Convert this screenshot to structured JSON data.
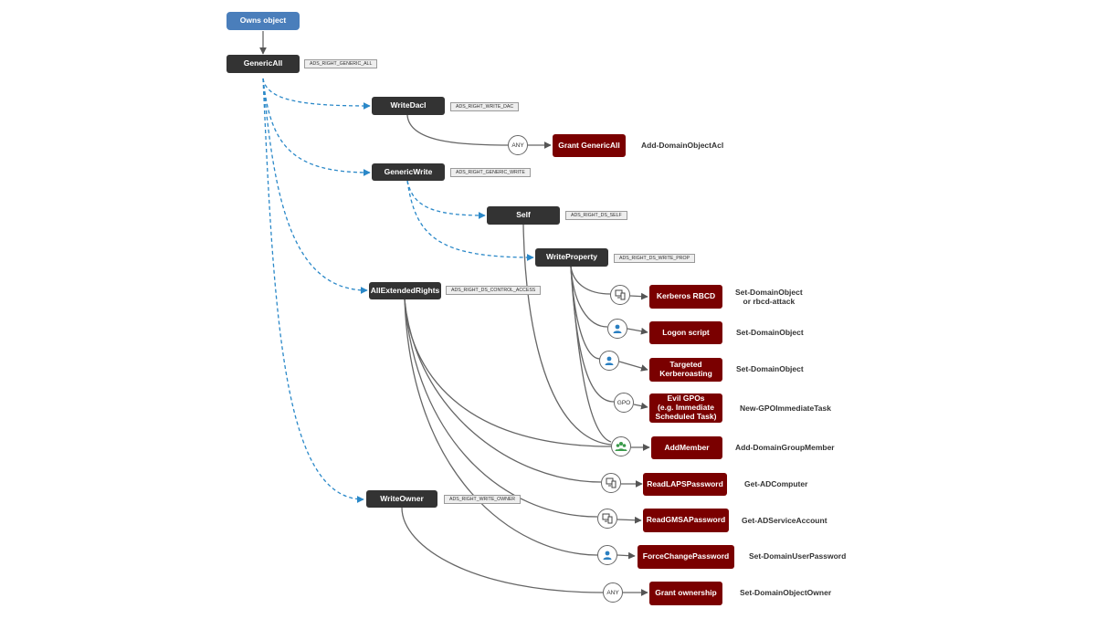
{
  "start": {
    "label": "Owns object"
  },
  "rights": {
    "generic_all": {
      "label": "GenericAll",
      "tag": "ADS_RIGHT_GENERIC_ALL"
    },
    "write_dacl": {
      "label": "WriteDacl",
      "tag": "ADS_RIGHT_WRITE_DAC"
    },
    "generic_write": {
      "label": "GenericWrite",
      "tag": "ADS_RIGHT_GENERIC_WRITE"
    },
    "self": {
      "label": "Self",
      "tag": "ADS_RIGHT_DS_SELF"
    },
    "write_property": {
      "label": "WriteProperty",
      "tag": "ADS_RIGHT_DS_WRITE_PROP"
    },
    "all_extended_rights": {
      "label": "AllExtendedRights",
      "tag": "ADS_RIGHT_DS_CONTROL_ACCESS"
    },
    "write_owner": {
      "label": "WriteOwner",
      "tag": "ADS_RIGHT_WRITE_OWNER"
    }
  },
  "circles": {
    "any": "ANY",
    "gpo": "GPO"
  },
  "actions": [
    {
      "label": "Grant GenericAll",
      "command": "Add-DomainObjectAcl",
      "icon": "any-circle"
    },
    {
      "label": "Kerberos RBCD",
      "command": "Set-DomainObject",
      "command2": "or rbcd-attack",
      "icon": "computer-icon"
    },
    {
      "label": "Logon script",
      "command": "Set-DomainObject",
      "icon": "user-icon"
    },
    {
      "label": "Targeted",
      "label2": "Kerberoasting",
      "command": "Set-DomainObject",
      "icon": "user-icon"
    },
    {
      "label": "Evil GPOs",
      "label2": "(e.g. Immediate",
      "label3": "Scheduled Task)",
      "command": "New-GPOImmediateTask",
      "icon": "gpo-circle"
    },
    {
      "label": "AddMember",
      "command": "Add-DomainGroupMember",
      "icon": "group-icon"
    },
    {
      "label": "ReadLAPSPassword",
      "command": "Get-ADComputer",
      "icon": "computer-icon"
    },
    {
      "label": "ReadGMSAPassword",
      "command": "Get-ADServiceAccount",
      "icon": "computer-icon"
    },
    {
      "label": "ForceChangePassword",
      "command": "Set-DomainUserPassword",
      "icon": "user-icon"
    },
    {
      "label": "Grant ownership",
      "command": "Set-DomainObjectOwner",
      "icon": "any-circle"
    }
  ],
  "colors": {
    "start": "#4a7ebb",
    "right": "#333333",
    "action": "#7a0000",
    "dashed_edge": "#2a88c8",
    "solid_edge": "#666666"
  }
}
